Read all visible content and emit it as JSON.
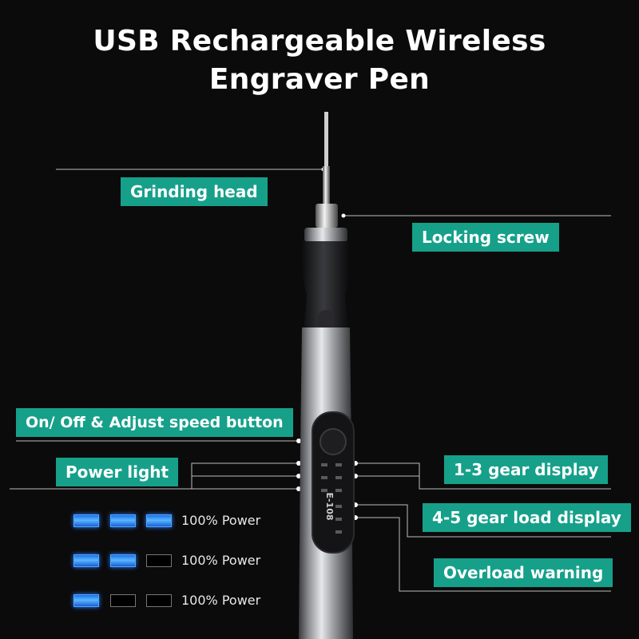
{
  "title": {
    "line1": "USB Rechargeable Wireless",
    "line2": "Engraver Pen"
  },
  "callouts": {
    "grinding_head": "Grinding head",
    "locking_screw": "Locking screw",
    "on_off_button": "On/ Off & Adjust speed button",
    "power_light": "Power light",
    "gear_display": "1-3 gear display",
    "gear_load_display": "4-5 gear load display",
    "overload_warning": "Overload warning"
  },
  "device": {
    "model": "E-108"
  },
  "legend": [
    {
      "label": "100% Power",
      "lit_segments": 3,
      "total_segments": 3
    },
    {
      "label": "100% Power",
      "lit_segments": 2,
      "total_segments": 3
    },
    {
      "label": "100% Power",
      "lit_segments": 1,
      "total_segments": 3
    }
  ],
  "colors": {
    "accent": "#16a08a",
    "background": "#0b0b0c",
    "segment_on": "#3a8dff"
  }
}
